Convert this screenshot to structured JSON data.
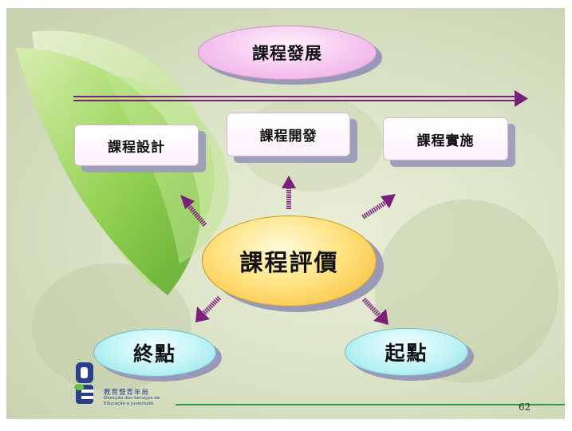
{
  "slide": {
    "top": "課程發展",
    "boxes": [
      "課程設計",
      "課程開發",
      "課程實施"
    ],
    "center": "課程評價",
    "end_label": "終點",
    "start_label": "起點",
    "page_number": "62"
  },
  "logo": {
    "chinese": "教育暨青年局",
    "portuguese_line1": "Direcção dos Serviços de",
    "portuguese_line2": "Educação e Juventude"
  },
  "colors": {
    "arrow": "#7a1f7a",
    "pink": "#f4c2ee",
    "gold": "#ffd24d",
    "cyan": "#bff3f6",
    "leaf": "#7cc242",
    "footer_line": "#2e9b45"
  }
}
